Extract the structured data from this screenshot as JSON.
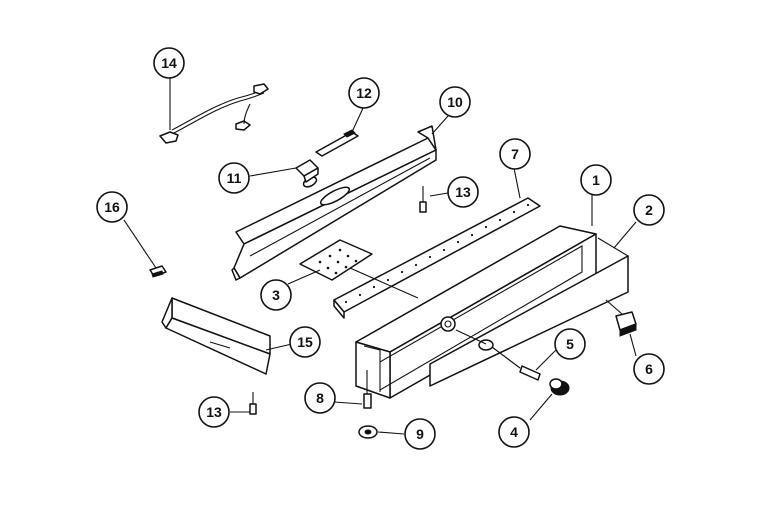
{
  "callouts": [
    {
      "id": "c1",
      "label": "1"
    },
    {
      "id": "c2",
      "label": "2"
    },
    {
      "id": "c3",
      "label": "3"
    },
    {
      "id": "c4",
      "label": "4"
    },
    {
      "id": "c5",
      "label": "5"
    },
    {
      "id": "c6",
      "label": "6"
    },
    {
      "id": "c7",
      "label": "7"
    },
    {
      "id": "c8",
      "label": "8"
    },
    {
      "id": "c9",
      "label": "9"
    },
    {
      "id": "c10",
      "label": "10"
    },
    {
      "id": "c11",
      "label": "11"
    },
    {
      "id": "c12",
      "label": "12"
    },
    {
      "id": "c13a",
      "label": "13"
    },
    {
      "id": "c13b",
      "label": "13"
    },
    {
      "id": "c14",
      "label": "14"
    },
    {
      "id": "c15",
      "label": "15"
    },
    {
      "id": "c16",
      "label": "16"
    }
  ]
}
